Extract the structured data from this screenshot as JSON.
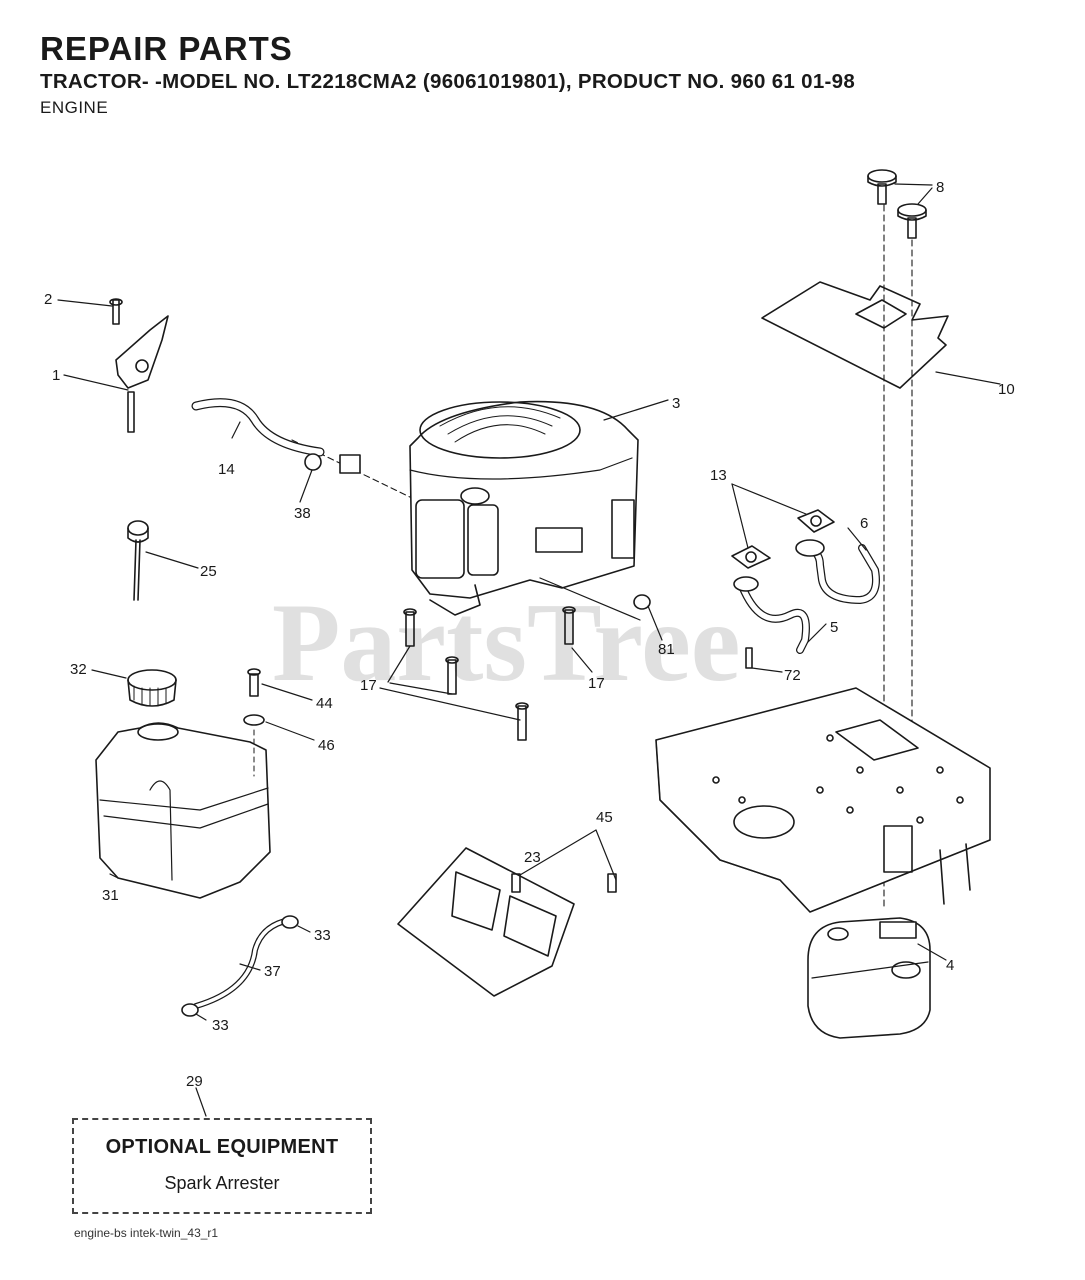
{
  "header": {
    "title": "REPAIR PARTS",
    "subtitle": "TRACTOR- -MODEL NO. LT2218CMA2 (96061019801), PRODUCT NO. 960 61 01-98",
    "section": "ENGINE"
  },
  "watermark": "PartsTree",
  "callouts": {
    "c1": "1",
    "c2": "2",
    "c3": "3",
    "c4": "4",
    "c5": "5",
    "c6": "6",
    "c8": "8",
    "c10": "10",
    "c13": "13",
    "c14": "14",
    "c17a": "17",
    "c17b": "17",
    "c23": "23",
    "c25": "25",
    "c29": "29",
    "c31": "31",
    "c32": "32",
    "c33a": "33",
    "c33b": "33",
    "c37": "37",
    "c38": "38",
    "c44": "44",
    "c45": "45",
    "c46": "46",
    "c72": "72",
    "c81": "81"
  },
  "optional_equipment": {
    "title": "OPTIONAL EQUIPMENT",
    "item": "Spark Arrester"
  },
  "footer": "engine-bs intek-twin_43_r1",
  "colors": {
    "ink": "#1a1a1a",
    "watermark": "#c8c8c8"
  }
}
